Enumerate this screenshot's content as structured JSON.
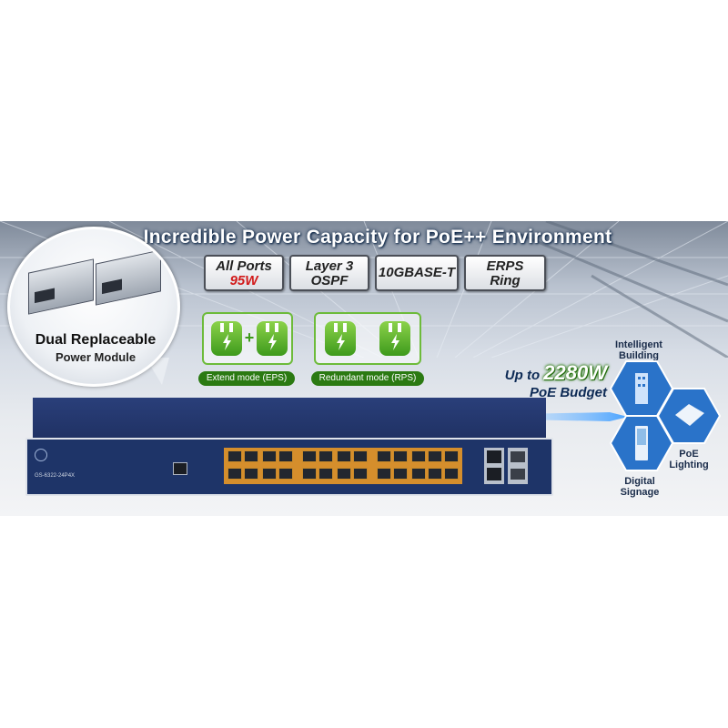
{
  "headline": "Incredible Power Capacity for PoE++ Environment",
  "badges": [
    {
      "line1": "All Ports",
      "line2": "95W"
    },
    {
      "line1": "Layer 3",
      "line2": "OSPF"
    },
    {
      "line1": "10GBASE-T",
      "line2": ""
    },
    {
      "line1": "ERPS",
      "line2": "Ring"
    }
  ],
  "callout": {
    "title": "Dual Replaceable",
    "subtitle": "Power Module"
  },
  "modes": [
    {
      "label": "Extend mode (EPS)"
    },
    {
      "label": "Redundant mode (RPS)"
    }
  ],
  "plus_sign": "+",
  "budget": {
    "prefix": "Up to",
    "value": "2280W",
    "suffix": "PoE Budget"
  },
  "applications": [
    {
      "label": "Intelligent Building",
      "icon": "building-icon"
    },
    {
      "label": "PoE Lighting",
      "icon": "ceiling-light-icon"
    },
    {
      "label": "Digital Signage",
      "icon": "kiosk-icon"
    }
  ],
  "switch": {
    "model": "GS-6322-24P4X"
  },
  "colors": {
    "accent_green": "#5cb82a",
    "navy": "#1e3468",
    "port_orange": "#d58e2c",
    "hex_blue": "#2a73c9"
  }
}
